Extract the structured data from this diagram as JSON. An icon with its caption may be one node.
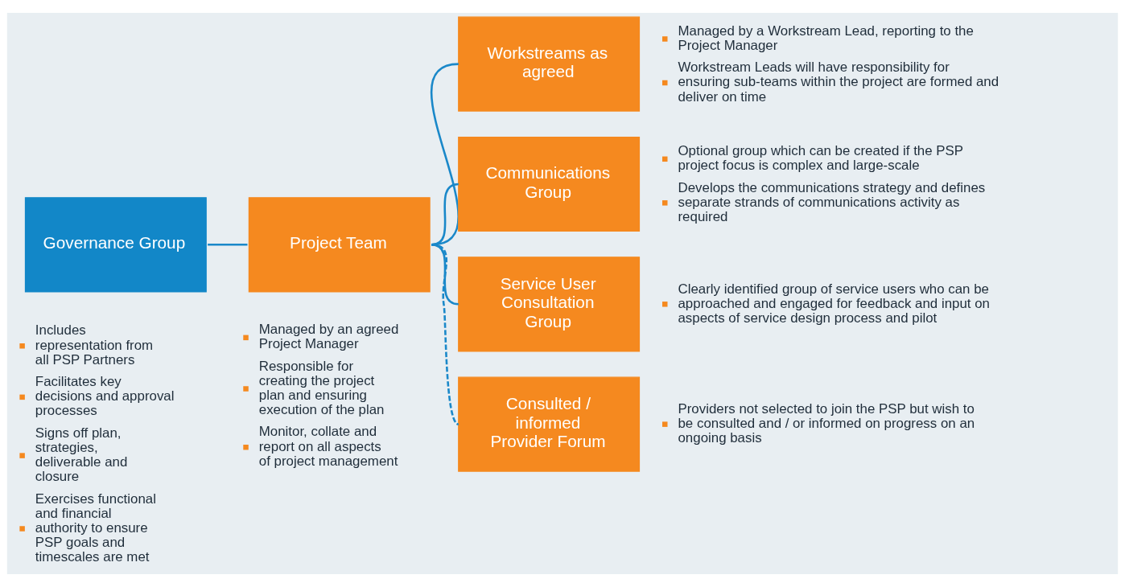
{
  "diagram": {
    "nodes": [
      {
        "text": [
          "Governance Group"
        ],
        "beside": [
          "Includes representation from all PSP Partners",
          "Facilitates key decisions and approval processes",
          "Signs off plan, strategies, deliverable and closure",
          "Exercises functional and financial authority to ensure PSP goals and timescales are met"
        ]
      },
      {
        "text": [
          "Project Team"
        ],
        "beside": [
          "Managed by an agreed Project Manager",
          "Responsible for creating the project plan and ensuring execution of the plan",
          "Monitor, collate and report on all aspects of project management"
        ]
      },
      {
        "text": [
          "Workstreams as agreed"
        ],
        "beside": [
          "Managed by a Workstream Lead, reporting to the Project Manager",
          "Workstream Leads will have responsibility for ensuring sub-teams within the project are formed and deliver on time"
        ]
      },
      {
        "text": [
          "Communications Group"
        ],
        "beside": [
          "Optional group which can be created if the PSP project focus is complex and large-scale",
          "Develops the communications strategy and defines separate strands of communications activity as required"
        ]
      },
      {
        "text": [
          "Service User Consultation Group"
        ],
        "beside": [
          "Clearly identified group of service users who can be approached and engaged for feedback and input on aspects of service design process and pilot"
        ]
      },
      {
        "text": [
          "Consulted / informed Provider Forum"
        ],
        "beside": [
          "Providers not selected to join the PSP but wish to be consulted and / or informed on progress on an ongoing basis"
        ]
      }
    ],
    "edges": [
      {
        "from": 0,
        "to": 1,
        "arrow": "none"
      },
      {
        "from": 1,
        "to": 2,
        "arrow": "none"
      },
      {
        "from": 1,
        "to": 3,
        "arrow": "none"
      },
      {
        "from": 1,
        "to": 4,
        "arrow": "none"
      },
      {
        "from": 1,
        "to": 5,
        "arrow": "none",
        "style": "dashed"
      }
    ]
  }
}
